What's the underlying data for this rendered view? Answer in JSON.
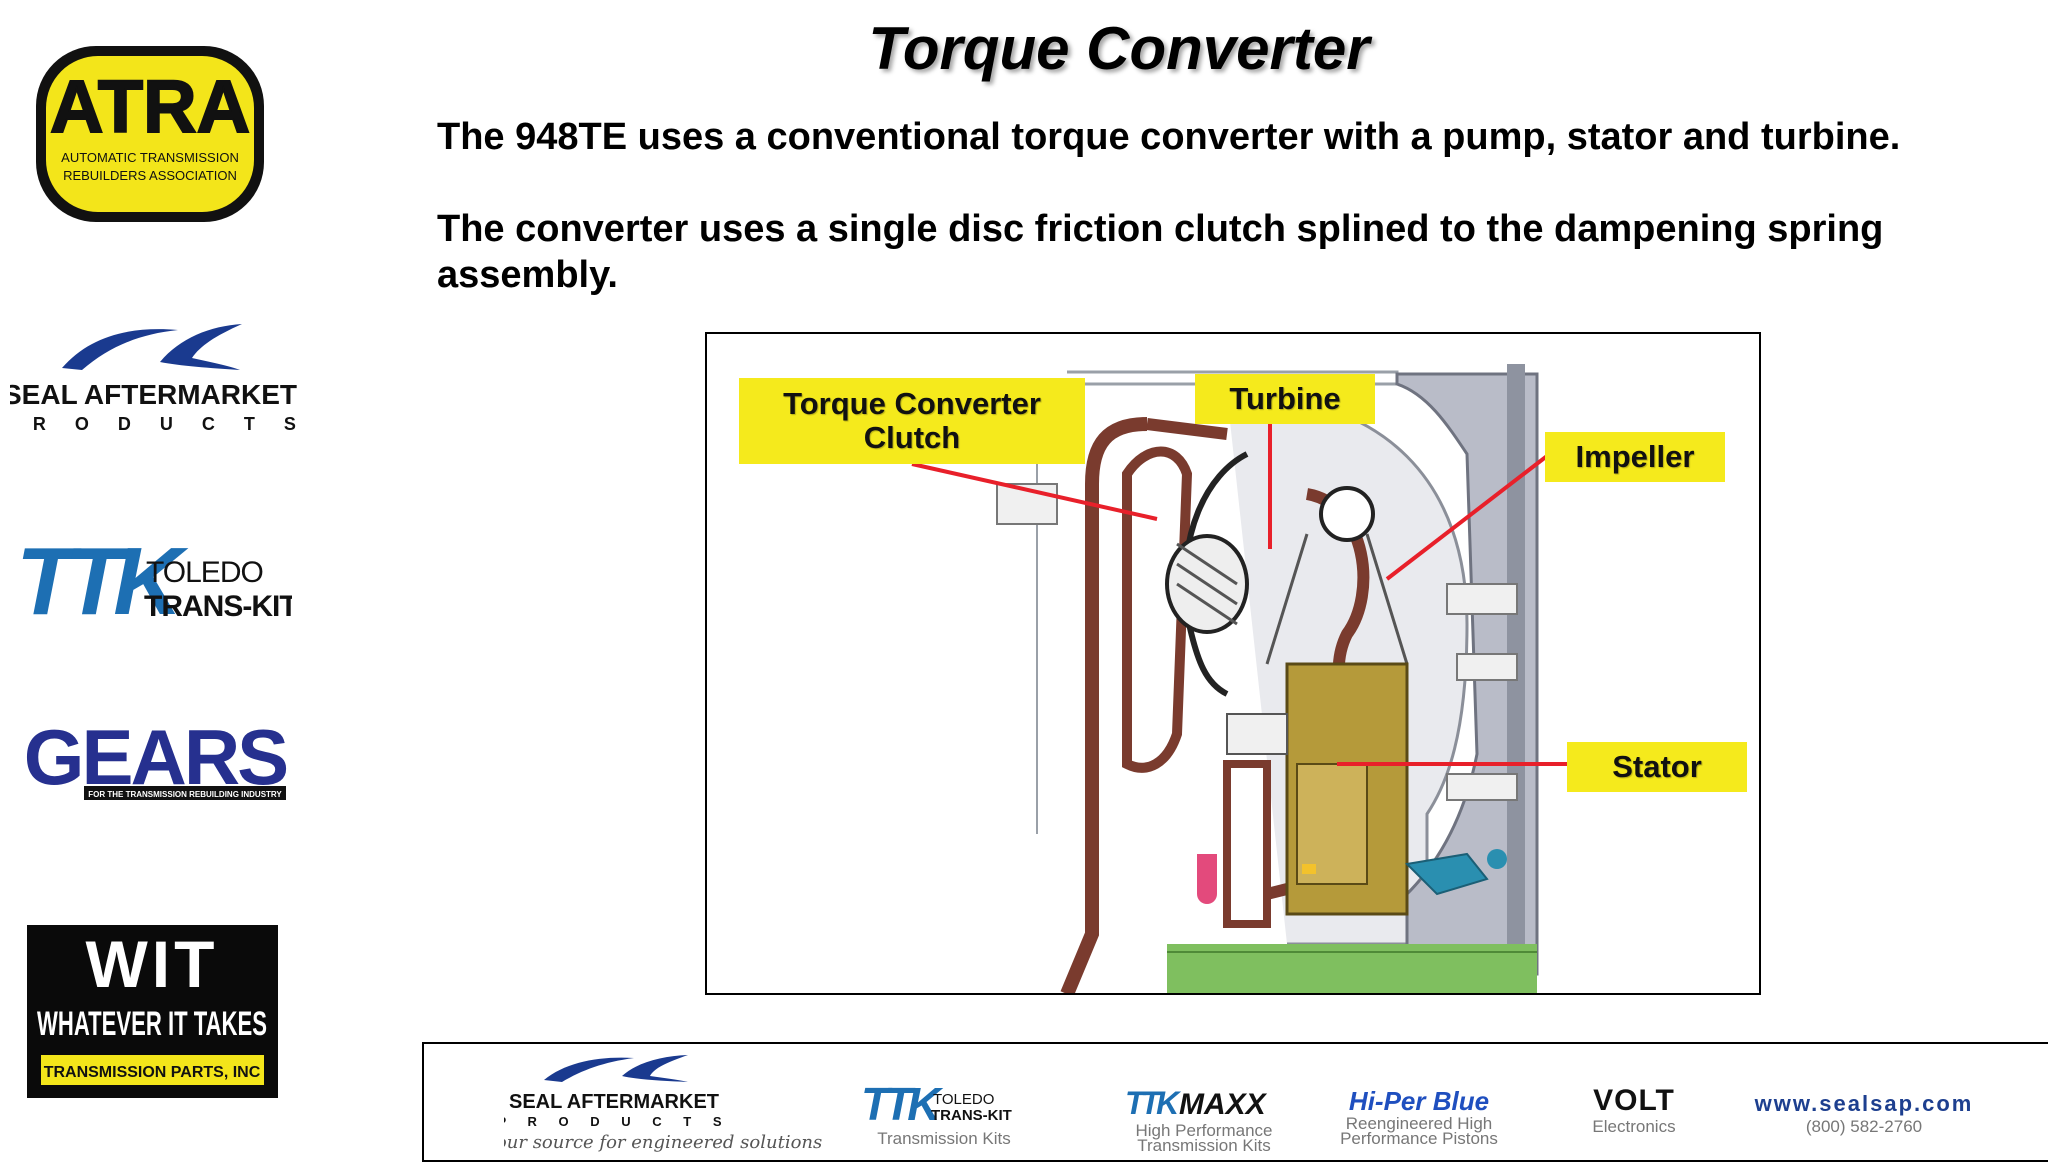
{
  "slide": {
    "title": "Torque Converter",
    "paragraph1": "The 948TE uses a conventional torque converter with a pump, stator and turbine.",
    "paragraph2_line1": "The converter uses a single disc friction clutch splined to the dampening spring",
    "paragraph2_line2": "assembly."
  },
  "sidebar": {
    "atra": {
      "name": "ATRA",
      "sub1": "AUTOMATIC TRANSMISSION",
      "sub2": "REBUILDERS  ASSOCIATION"
    },
    "seal": {
      "line1": "SEAL AFTERMARKET",
      "line2": "P R O D U C T S"
    },
    "ttk": {
      "mark": "TTK",
      "line1": "TOLEDO",
      "line2": "TRANS-KIT"
    },
    "gears": {
      "name": "GEARS",
      "tagline": "FOR THE TRANSMISSION REBUILDING INDUSTRY"
    },
    "wit": {
      "mark": "WIT",
      "line1": "WHATEVER IT TAKES",
      "line2": "TRANSMISSION PARTS, INC"
    }
  },
  "diagram": {
    "labels": {
      "clutch_line1": "Torque Converter",
      "clutch_line2": "Clutch",
      "turbine": "Turbine",
      "impeller": "Impeller",
      "stator": "Stator"
    },
    "colors": {
      "callout": "#f5ea1c",
      "leader": "#e8202a",
      "housing": "#7a3b2e",
      "stator": "#b59a3a",
      "pump": "#b9bcc8",
      "shaft": "#7fbf5f",
      "fitting": "#2a8fb0"
    }
  },
  "banner": {
    "seal_line1": "SEAL AFTERMARKET",
    "seal_line2": "P R O D U C T S",
    "seal_tagline": "your source for engineered solutions",
    "ttk_line1": "TOLEDO",
    "ttk_line2": "TRANS-KIT",
    "ttk_sub": "Transmission Kits",
    "maxx_brand": "MAXX",
    "maxx_sub": "High Performance\nTransmission Kits",
    "hiper_brand": "Hi-Per Blue",
    "hiper_sub": "Reengineered High\nPerformance Pistons",
    "volt_brand": "VOLT",
    "volt_sub": "Electronics",
    "web": "www.sealsap.com",
    "phone": "(800) 582-2760"
  }
}
